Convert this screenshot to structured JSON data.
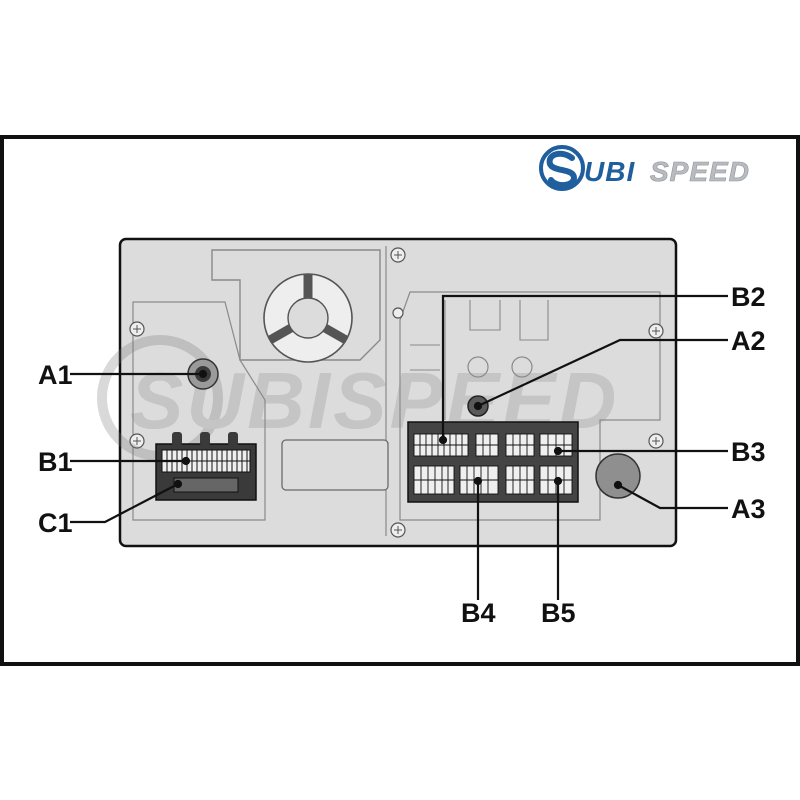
{
  "logo": {
    "mark": "S",
    "text_a": "UBI",
    "text_b": "SPEED",
    "accent": "#1f5f9e",
    "gray": "#b8bcc0"
  },
  "watermark": {
    "text": "SUBISPEED"
  },
  "callouts": {
    "A1": "A1",
    "B1": "B1",
    "C1": "C1",
    "B2": "B2",
    "A2": "A2",
    "B3": "B3",
    "A3": "A3",
    "B4": "B4",
    "B5": "B5"
  },
  "colors": {
    "panel": "#dcdcdc",
    "line": "#111111",
    "connector": "#3a3a3a"
  }
}
